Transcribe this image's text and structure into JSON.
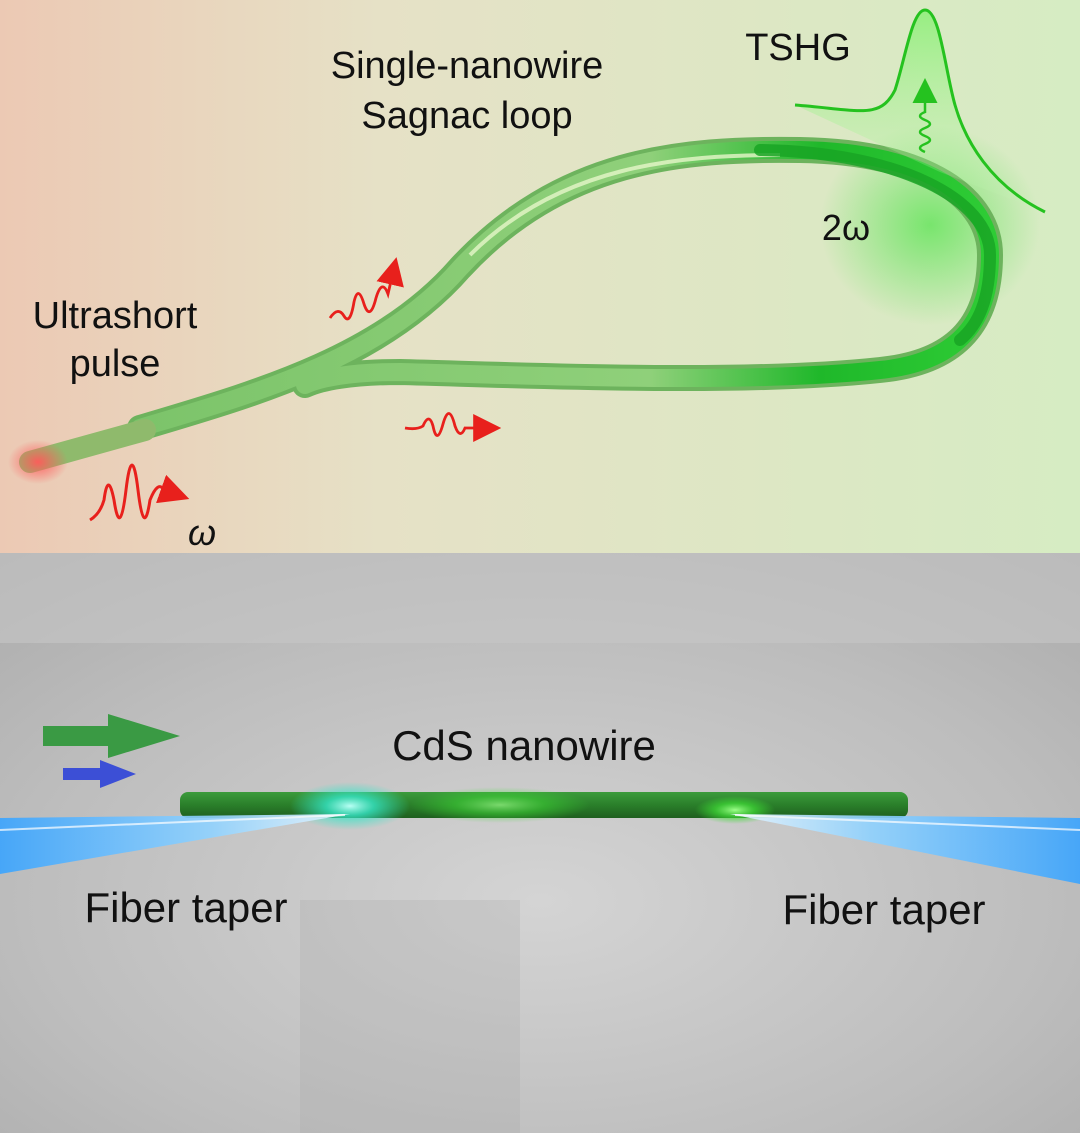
{
  "top_panel": {
    "title_line1": "Single-nanowire",
    "title_line2": "Sagnac loop",
    "tshg_label": "TSHG",
    "second_harmonic_label": "2ω",
    "input_label_line1": "Ultrashort",
    "input_label_line2": "pulse",
    "fundamental_label": "ω"
  },
  "bottom_panel": {
    "nanowire_label": "CdS nanowire",
    "left_taper_label": "Fiber taper",
    "right_taper_label": "Fiber taper"
  },
  "colors": {
    "pulse_red": "#e8201c",
    "shg_green": "#3ddc2a",
    "nanowire_green": "#2f8a2f",
    "blue_beam": "#4a55d8",
    "fiber_blue": "#6fb8ff"
  }
}
